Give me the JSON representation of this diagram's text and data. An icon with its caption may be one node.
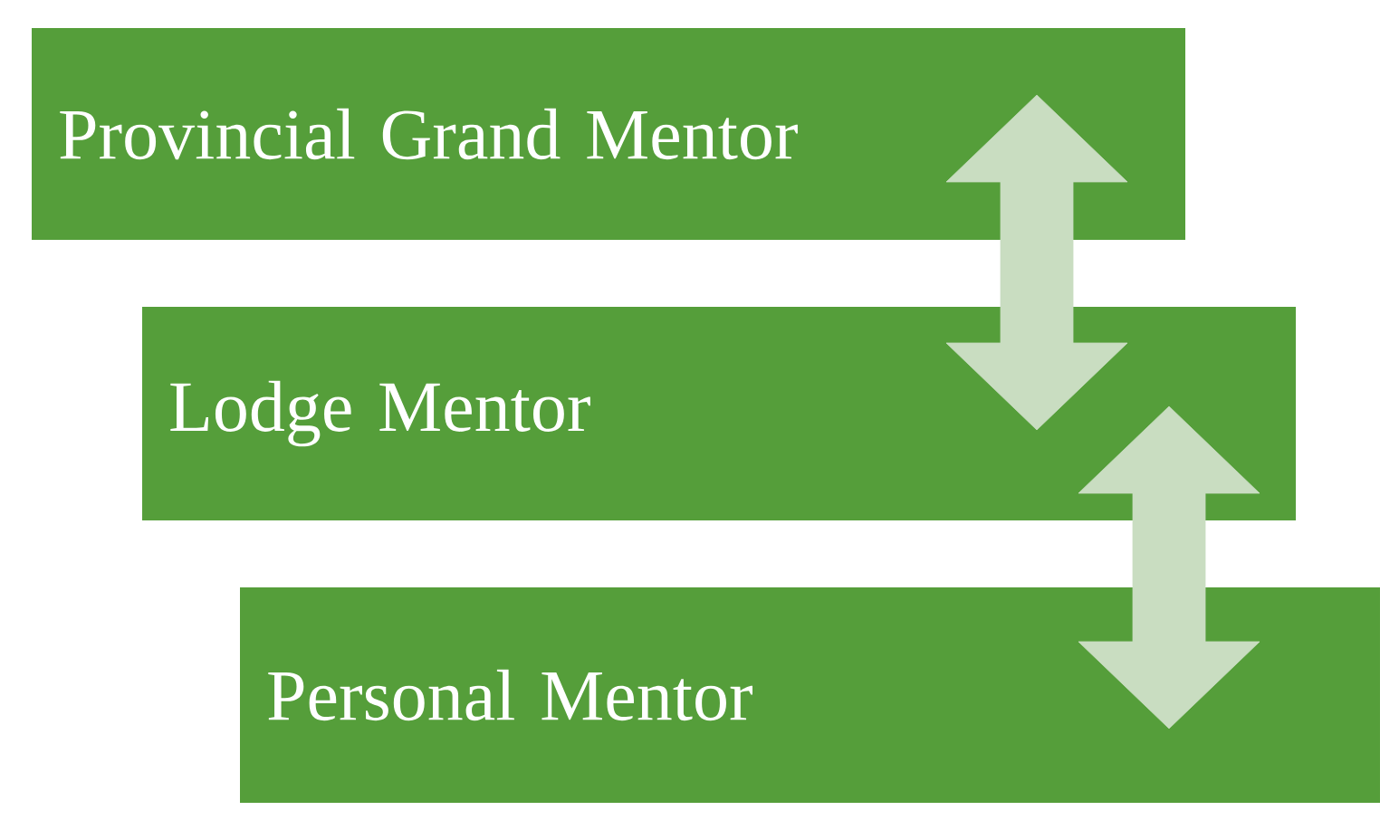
{
  "diagram": {
    "nodes": [
      {
        "text": [
          "Provincial Grand Mentor"
        ]
      },
      {
        "text": [
          "Lodge Mentor"
        ]
      },
      {
        "text": [
          "Personal Mentor"
        ]
      }
    ],
    "edges": [
      {
        "from": 0,
        "to": 1,
        "arrow": "both"
      },
      {
        "from": 1,
        "to": 2,
        "arrow": "both"
      }
    ]
  }
}
